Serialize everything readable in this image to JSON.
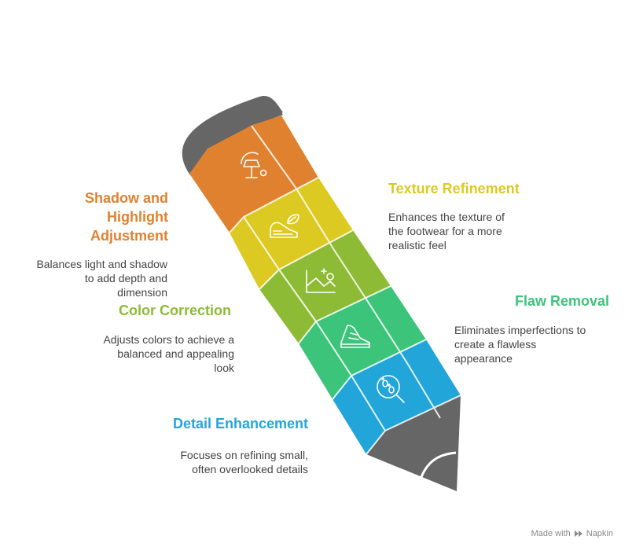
{
  "colors": {
    "orange": "#E0812F",
    "yellow": "#DCC922",
    "lime": "#8EBB35",
    "green": "#3CC47A",
    "blue": "#22A6D9",
    "gray": "#666666"
  },
  "items": [
    {
      "id": "shadow-highlight",
      "title": "Shadow and\nHighlight\nAdjustment",
      "description": "Balances light and shadow\nto add depth and\ndimension",
      "icon": "lamp-icon"
    },
    {
      "id": "texture",
      "title": "Texture Refinement",
      "description": "Enhances the texture of\nthe footwear for a more\nrealistic feel",
      "icon": "shoe-leaf-icon"
    },
    {
      "id": "color",
      "title": "Color Correction",
      "description": "Adjusts colors to achieve a\nbalanced and appealing\nlook",
      "icon": "landscape-icon"
    },
    {
      "id": "flaw",
      "title": "Flaw Removal",
      "description": "Eliminates imperfections to\ncreate a flawless\nappearance",
      "icon": "sneaker-icon"
    },
    {
      "id": "detail",
      "title": "Detail Enhancement",
      "description": "Focuses on refining small,\noften overlooked details",
      "icon": "magnifier-footprint-icon"
    }
  ],
  "footer": {
    "made_with": "Made with",
    "brand": "Napkin"
  }
}
